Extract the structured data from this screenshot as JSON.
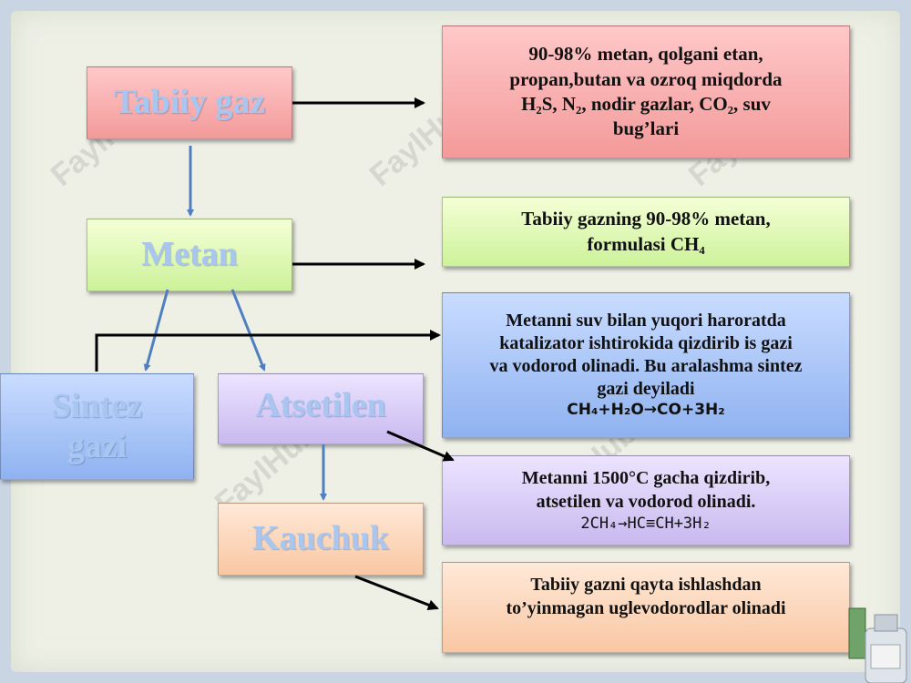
{
  "diagram": {
    "nodes": {
      "tabiiy_gaz": "Tabiiy gaz",
      "metan": "Metan",
      "sintez_gazi": "Sintez gazi",
      "atsetilen": "Atsetilen",
      "kauchuk": "Kauchuk"
    },
    "info_boxes": {
      "tabiiy_gaz_info": {
        "line1": "90-98% metan, qolgani etan,",
        "line2": "propan,butan  va ozroq miqdorda",
        "line3": "H₂S,  N₂, nodir gazlar, CO₂, suv",
        "line4": "bug’lari"
      },
      "metan_info": {
        "line1": "Tabiiy gazning 90-98% metan,",
        "line2": "formulasi CH₄"
      },
      "sintez_info": {
        "line1": "Metanni suv bilan yuqori haroratda",
        "line2": "katalizator ishtirokida qizdirib is gazi",
        "line3": "va vodorod olinadi. Bu aralashma sintez",
        "line4": "gazi deyiladi",
        "formula": "CH₄+H₂O→CO+3H₂"
      },
      "atsetilen_info": {
        "line1": "Metanni 1500°C gacha qizdirib,",
        "line2": "atsetilen va vodorod olinadi.",
        "formula": "2CH₄→HC≡CH+3H₂"
      },
      "kauchuk_info": {
        "line1": "Tabiiy gazni qayta ishlashdan",
        "line2": "to’yinmagan uglevodorodlar olinadi"
      }
    },
    "watermark": "FaylHub.uz"
  },
  "colors": {
    "red_box": "#f5a3a3",
    "green_box": "#d4f5a8",
    "blue_box": "#9dbcf2",
    "purple_box": "#d0c2f2",
    "peach_box": "#fbd0b0",
    "node_text": "#a9c6f0",
    "arrow_blue": "#4f7fc1",
    "arrow_black": "#000000"
  }
}
